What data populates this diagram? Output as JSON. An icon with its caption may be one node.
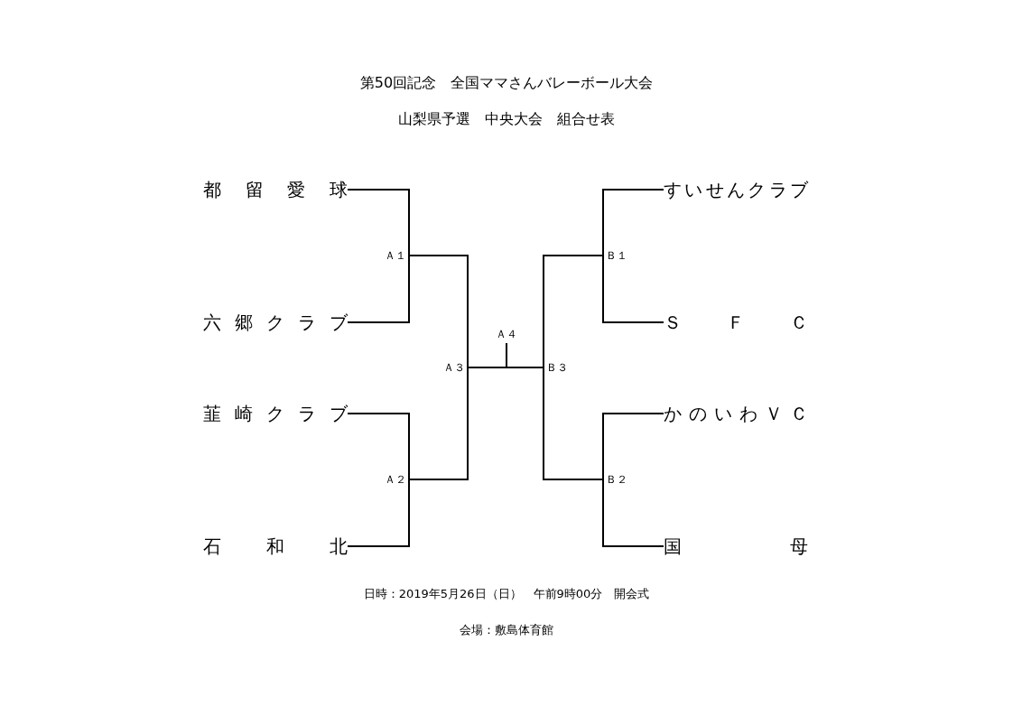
{
  "diagram": {
    "title": "第50回記念　全国ママさんバレーボール大会",
    "nodes": [
      {
        "text": [
          "都留愛球"
        ]
      },
      {
        "text": [
          "すいせんクラブ"
        ]
      },
      {
        "text": [
          "Ａ１"
        ]
      },
      {
        "text": [
          "Ｂ１"
        ]
      },
      {
        "text": [
          "六郷クラブ"
        ]
      },
      {
        "text": [
          "ＳＦＣ"
        ]
      },
      {
        "text": [
          "Ａ４"
        ]
      },
      {
        "text": [
          "Ａ３"
        ]
      },
      {
        "text": [
          "Ｂ３"
        ]
      },
      {
        "text": [
          "韮崎クラブ"
        ]
      },
      {
        "text": [
          "かのいわＶＣ"
        ]
      },
      {
        "text": [
          "Ａ２"
        ]
      },
      {
        "text": [
          "Ｂ２"
        ]
      },
      {
        "text": [
          "石和北"
        ]
      },
      {
        "text": [
          "国母"
        ]
      }
    ],
    "edges": [
      {
        "from": 0,
        "to": 2,
        "arrow": "none"
      },
      {
        "from": 4,
        "to": 2,
        "arrow": "none"
      },
      {
        "from": 9,
        "to": 11,
        "arrow": "none"
      },
      {
        "from": 13,
        "to": 11,
        "arrow": "none"
      },
      {
        "from": 2,
        "to": 7,
        "arrow": "none"
      },
      {
        "from": 11,
        "to": 7,
        "arrow": "none"
      },
      {
        "from": 7,
        "to": 6,
        "arrow": "none"
      },
      {
        "from": 8,
        "to": 6,
        "arrow": "none"
      },
      {
        "from": 3,
        "to": 8,
        "arrow": "none"
      },
      {
        "from": 12,
        "to": 8,
        "arrow": "none"
      },
      {
        "from": 1,
        "to": 3,
        "arrow": "none"
      },
      {
        "from": 5,
        "to": 3,
        "arrow": "none"
      },
      {
        "from": 10,
        "to": 12,
        "arrow": "none"
      },
      {
        "from": 14,
        "to": 12,
        "arrow": "none"
      }
    ],
    "labels": [
      "山梨県予選　中央大会　組合せ表",
      "日時：2019年5月26日（日）　午前9時00分　開会式",
      "会場：敷島体育館"
    ]
  }
}
